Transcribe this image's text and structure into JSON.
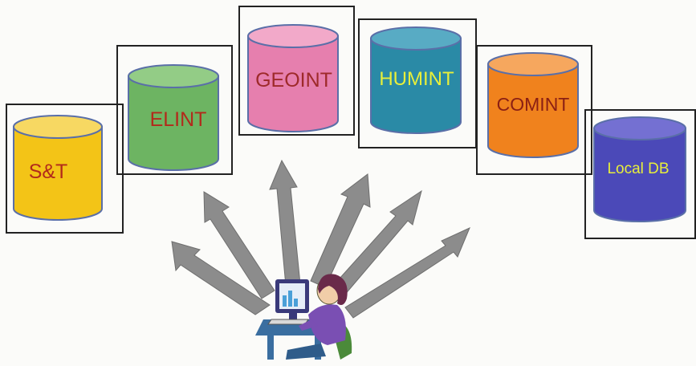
{
  "databases": [
    {
      "label": "S&T",
      "fill": "#f3c417",
      "top_fill": "#f7d862",
      "text_color": "#b22a1b"
    },
    {
      "label": "ELINT",
      "fill": "#6db462",
      "top_fill": "#93cc86",
      "text_color": "#b22a1b"
    },
    {
      "label": "GEOINT",
      "fill": "#e67fae",
      "top_fill": "#f2a9c9",
      "text_color": "#9e2a2a"
    },
    {
      "label": "HUMINT",
      "fill": "#2a8aa6",
      "top_fill": "#58abc4",
      "text_color": "#e8ef3a"
    },
    {
      "label": "COMINT",
      "fill": "#f0821d",
      "top_fill": "#f6a75e",
      "text_color": "#8a1f14"
    },
    {
      "label": "Local DB",
      "fill": "#4b49b8",
      "top_fill": "#7470d2",
      "text_color": "#e8ef3a"
    }
  ],
  "colors": {
    "arrow": "#8c8c8c",
    "frame": "#222222",
    "cylinder_outline": "#5a6fa8",
    "analyst_sweater": "#7a4fb3",
    "analyst_hair": "#6a2a4a",
    "monitor": "#3a3a7a",
    "desk": "#3a6ea0",
    "chair": "#4b8a3a"
  },
  "icons": {
    "analyst": "person-at-computer-icon",
    "arrow": "arrow-icon"
  }
}
